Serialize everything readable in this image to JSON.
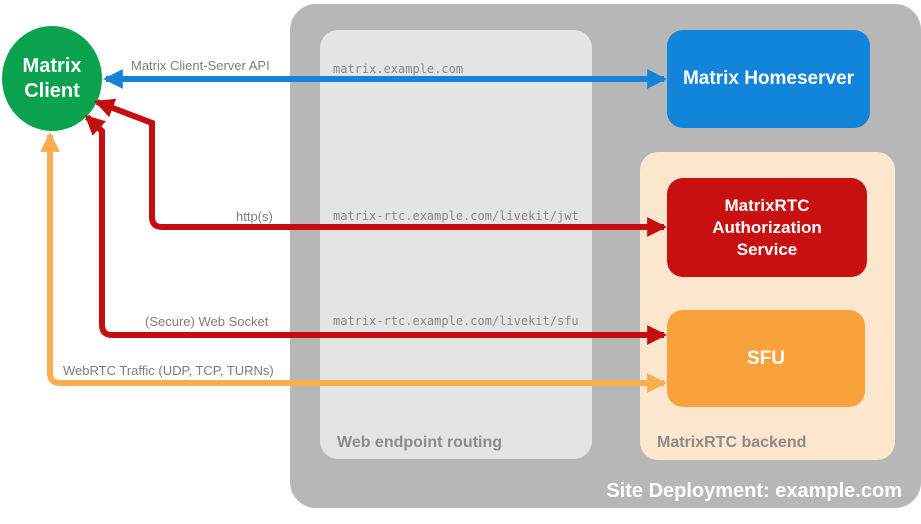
{
  "diagram": {
    "title": "Site Deployment: example.com",
    "client": {
      "label": "Matrix Client",
      "color": "#0aa24f"
    },
    "containers": {
      "site": {
        "label": "Site Deployment: example.com",
        "color": "#b7b7b7"
      },
      "routing": {
        "label": "Web endpoint routing",
        "color": "#e4e4e4"
      },
      "backend": {
        "label": "MatrixRTC backend",
        "color": "#fce6ce"
      }
    },
    "nodes": {
      "homeserver": {
        "label": "Matrix Homeserver",
        "color": "#1285db"
      },
      "auth_service": {
        "label": "MatrixRTC Authorization Service",
        "color": "#c91011"
      },
      "sfu": {
        "label": "SFU",
        "color": "#f9a23c"
      }
    },
    "edges": {
      "client_server_api": {
        "label": "Matrix Client-Server API",
        "color": "#1285db"
      },
      "https": {
        "label": "http(s)",
        "color": "#c40d10"
      },
      "websocket": {
        "label": "(Secure) Web Socket",
        "color": "#c40d10"
      },
      "webrtc": {
        "label": "WebRTC Traffic (UDP, TCP, TURNs)",
        "color": "#faac51"
      }
    },
    "endpoints": {
      "homeserver_url": "matrix.example.com",
      "jwt_url": "matrix-rtc.example.com/livekit/jwt",
      "sfu_url": "matrix-rtc.example.com/livekit/sfu"
    }
  }
}
